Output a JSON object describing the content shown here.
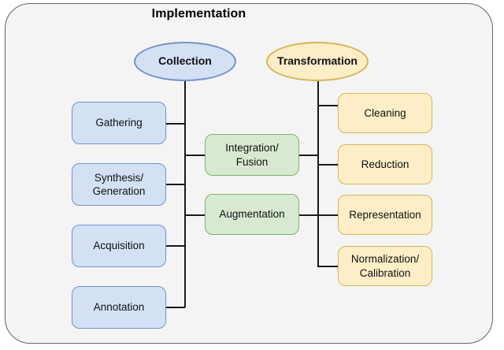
{
  "diagram": {
    "title": "Implementation",
    "type": "hierarchy-tree",
    "colors": {
      "container_fill": "#f4f4f4",
      "container_border": "#666666",
      "blue_fill": "#d4e1f5",
      "blue_border": "#7093c9",
      "green_fill": "#d8e9d2",
      "green_border": "#82b366",
      "yellow_fill": "#fdeec8",
      "yellow_border": "#d6b656",
      "connector": "#1a1a1a"
    },
    "roots": [
      {
        "id": "collection",
        "label": "Collection",
        "shape": "ellipse",
        "color": "blue"
      },
      {
        "id": "transformation",
        "label": "Transformation",
        "shape": "ellipse",
        "color": "yellow"
      }
    ],
    "collection_children": [
      {
        "id": "gathering",
        "label": "Gathering",
        "color": "blue"
      },
      {
        "id": "synthesis-generation",
        "label": "Synthesis/\nGeneration",
        "line1": "Synthesis/",
        "line2": "Generation",
        "color": "blue"
      },
      {
        "id": "acquisition",
        "label": "Acquisition",
        "color": "blue"
      },
      {
        "id": "annotation",
        "label": "Annotation",
        "color": "blue"
      }
    ],
    "shared_children": [
      {
        "id": "integration-fusion",
        "label": "Integration/\nFusion",
        "line1": "Integration/",
        "line2": "Fusion",
        "color": "green"
      },
      {
        "id": "augmentation",
        "label": "Augmentation",
        "color": "green"
      }
    ],
    "transformation_children": [
      {
        "id": "cleaning",
        "label": "Cleaning",
        "color": "yellow"
      },
      {
        "id": "reduction",
        "label": "Reduction",
        "color": "yellow"
      },
      {
        "id": "representation",
        "label": "Representation",
        "color": "yellow"
      },
      {
        "id": "normalization-calibration",
        "label": "Normalization/\nCalibration",
        "line1": "Normalization/",
        "line2": "Calibration",
        "color": "yellow"
      }
    ]
  }
}
